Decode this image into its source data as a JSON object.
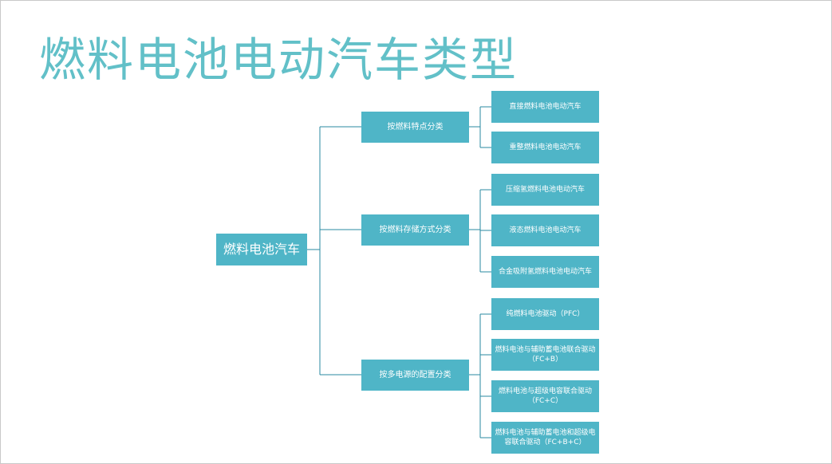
{
  "title": "燃料电池电动汽车类型",
  "root": "燃料电池汽车",
  "groups": [
    {
      "label": "按燃料特点分类",
      "children": [
        "直接燃料电池电动汽车",
        "重整燃料电池电动汽车"
      ]
    },
    {
      "label": "按燃料存储方式分类",
      "children": [
        "压缩氢燃料电池电动汽车",
        "液态燃料电池电动汽车",
        "合金吸附氢燃料电池电动汽车"
      ]
    },
    {
      "label": "按多电源的配置分类",
      "children": [
        "纯燃料电池驱动（PFC）",
        "燃料电池与辅助蓄电池联合驱动（FC+B）",
        "燃料电池与超级电容联合驱动（FC+C）",
        "燃料电池与辅助蓄电池和超级电容联合驱动（FC+B+C）"
      ]
    }
  ],
  "colors": {
    "title": "#62c0c8",
    "node_fill": "#4fb5c7",
    "connector": "#2a8aa0"
  }
}
